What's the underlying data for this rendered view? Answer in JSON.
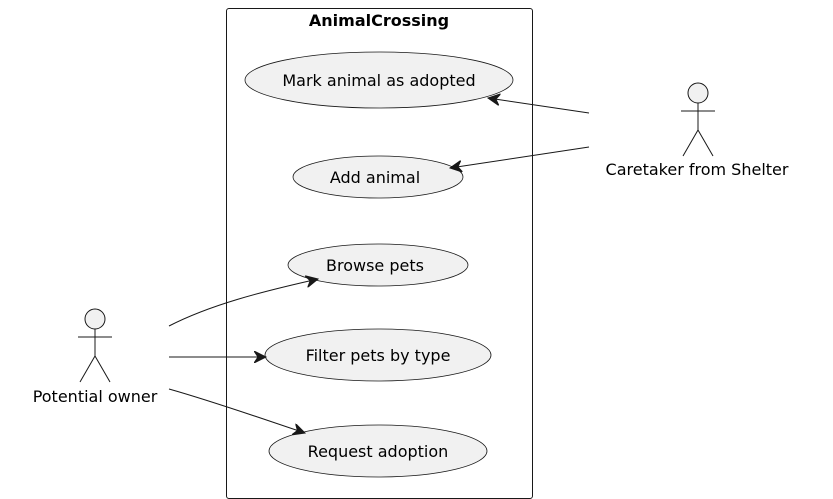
{
  "diagram": {
    "system": {
      "title": "AnimalCrossing"
    },
    "actors": {
      "caretaker": {
        "label": "Caretaker from Shelter",
        "icon": "stick-figure-icon"
      },
      "owner": {
        "label": "Potential owner",
        "icon": "stick-figure-icon"
      }
    },
    "use_cases": {
      "mark_adopted": "Mark animal as adopted",
      "add_animal": "Add animal",
      "browse_pets": "Browse pets",
      "filter_pets": "Filter pets by type",
      "request_adoption": "Request adoption"
    },
    "colors": {
      "ellipse_fill": "#f1f1f1",
      "stroke": "#181818",
      "background": "#ffffff"
    }
  }
}
